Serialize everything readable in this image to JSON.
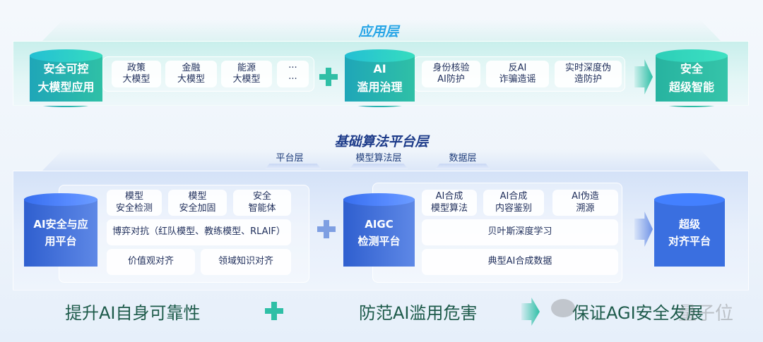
{
  "app_layer": {
    "title": "应用层",
    "left_cylinder": "安全可控\n大模型应用",
    "left_cards": [
      "政策\n大模型",
      "金融\n大模型",
      "能源\n大模型",
      "···\n···"
    ],
    "mid_cylinder": "AI\n滥用治理",
    "right_cards": [
      "身份核验\nAI防护",
      "反AI\n诈骗造谣",
      "实时深度伪\n造防护"
    ],
    "result_cylinder": "安全\n超级智能"
  },
  "base_layer": {
    "title": "基础算法平台层",
    "tabs": [
      "平台层",
      "模型算法层",
      "数据层"
    ],
    "left_cylinder": "AI安全与应\n用平台",
    "left_cards": [
      "模型\n安全检测",
      "模型\n安全加固",
      "安全\n智能体",
      "博弈对抗（红队模型、教练模型、RLAIF）",
      "价值观对齐",
      "领域知识对齐"
    ],
    "mid_cylinder": "AIGC\n检测平台",
    "right_cards": [
      "AI合成\n模型算法",
      "AI合成\n内容鉴别",
      "AI伪造\n溯源",
      "贝叶斯深度学习",
      "典型AI合成数据"
    ],
    "result_cylinder": "超级\n对齐平台"
  },
  "slogans": [
    "提升AI自身可靠性",
    "防范AI滥用危害",
    "保证AGI安全发展"
  ],
  "watermark": "量子位",
  "colors": {
    "teal": "#2fbfa6",
    "blue": "#3a6fe0",
    "title_blue": "#27a5e6",
    "slogan": "#1d5a4a"
  }
}
